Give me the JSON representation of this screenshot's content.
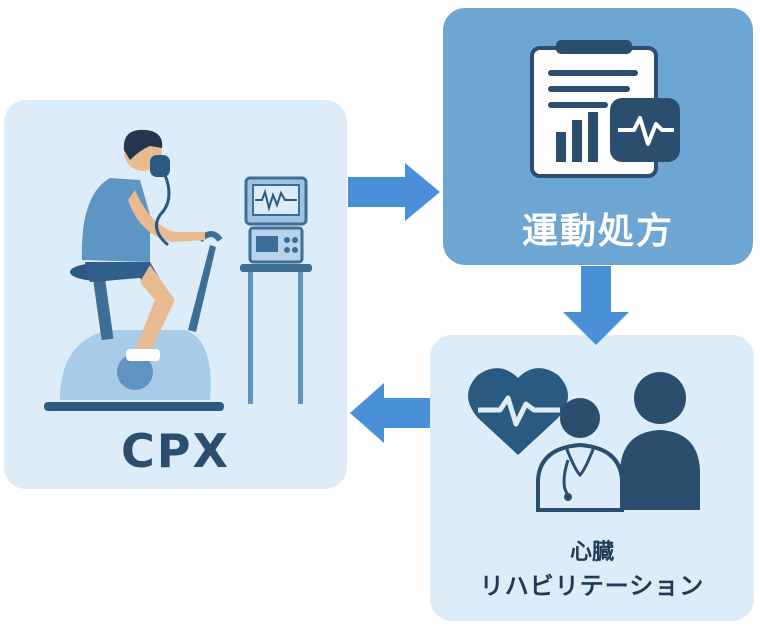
{
  "nodes": {
    "cpx": {
      "label": "CPX"
    },
    "prescription": {
      "label": "運動処方"
    },
    "rehab": {
      "label_line1": "心臓",
      "label_line2": "リハビリテーション"
    }
  },
  "edges": [
    {
      "from": "cpx",
      "to": "prescription"
    },
    {
      "from": "prescription",
      "to": "rehab"
    },
    {
      "from": "rehab",
      "to": "cpx"
    }
  ],
  "colors": {
    "light_panel": "#dcecf8",
    "accent_panel": "#6ea6d3",
    "arrow": "#4a90d9",
    "dark_navy": "#2b4e6e"
  }
}
